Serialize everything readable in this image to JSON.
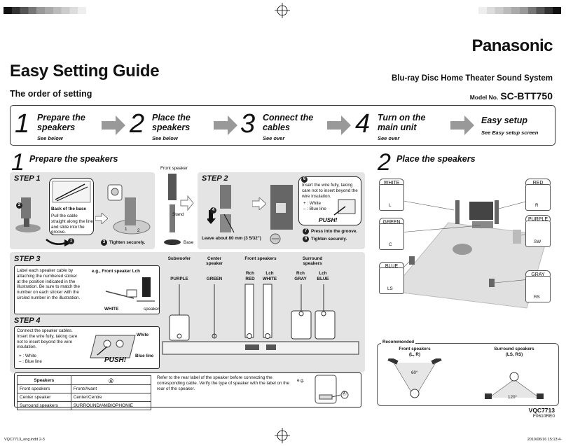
{
  "header": {
    "title": "Easy Setting Guide",
    "subtitle": "The order of setting",
    "brand": "Panasonic",
    "product": "Blu-ray Disc Home Theater Sound System",
    "model_label": "Model No.",
    "model": "SC-BTT750"
  },
  "flow": [
    {
      "num": "1",
      "title": "Prepare the speakers",
      "sub": "See below"
    },
    {
      "num": "2",
      "title": "Place the speakers",
      "sub": "See below"
    },
    {
      "num": "3",
      "title": "Connect the cables",
      "sub": "See over"
    },
    {
      "num": "4",
      "title": "Turn on the main unit",
      "sub": "See over"
    },
    {
      "num": "",
      "title": "Easy setup",
      "sub": "See Easy setup screen"
    }
  ],
  "section1": {
    "num": "1",
    "title": "Prepare the speakers",
    "step1": {
      "label": "STEP 1",
      "back_of_base": "Back of the base",
      "instr": "Pull the cable straight along the line and slide into the groove.",
      "tighten": "Tighten securely.",
      "front_speaker": "Front speaker",
      "stand": "Stand",
      "base": "Base",
      "n1": "1",
      "n2": "2",
      "n3": "3"
    },
    "step2": {
      "label": "STEP 2",
      "note": "Insert the wire fully, taking care not to insert beyond the wire insulation.",
      "white": "+ : White",
      "blue": "– : Blue line",
      "push": "PUSH!",
      "leave": "Leave about 80 mm (3 5/32\")",
      "press": "Press into the groove.",
      "tighten": "Tighten securely.",
      "n4": "4",
      "n6": "6",
      "n7": "7",
      "n8": "8"
    },
    "step3": {
      "label": "STEP 3",
      "text": "Label each speaker cable by attaching the numbered sticker at the position indicated in the illustration. Be sure to match the number on each sticker with the circled number in the illustration.",
      "example": "e.g., Front speaker Lch",
      "white": "WHITE",
      "speaker": "speaker"
    },
    "step4": {
      "label": "STEP 4",
      "text": "Connect the speaker cables. Insert the wire fully, taking care not to insert beyond the wire insulation.",
      "white": "+ : White",
      "blue": "– : Blue line",
      "white_lbl": "White",
      "blue_lbl": "Blue line",
      "push": "PUSH!"
    },
    "channels": [
      {
        "group": "Subwoofer",
        "sub": "",
        "color": "PURPLE"
      },
      {
        "group": "Center speaker",
        "sub": "",
        "color": "GREEN"
      },
      {
        "group": "Front speakers",
        "sub": "Rch",
        "color": "RED"
      },
      {
        "group": "",
        "sub": "Lch",
        "color": "WHITE"
      },
      {
        "group": "Surround speakers",
        "sub": "Rch",
        "color": "GRAY"
      },
      {
        "group": "",
        "sub": "Lch",
        "color": "BLUE"
      }
    ],
    "table": {
      "headers": [
        "Speakers",
        "Ⓐ"
      ],
      "rows": [
        [
          "Front speakers",
          "Front/Avant"
        ],
        [
          "Center speaker",
          "Center/Centre"
        ],
        [
          "Surround speakers",
          "SURROUND/AMBIOPHONIE"
        ]
      ],
      "note": "Refer to the rear label of the speaker before connecting the corresponding cable. Verify the type of speaker with the label on the rear of the speaker.",
      "eg": "e.g.",
      "a_mark": "Ⓐ"
    }
  },
  "section2": {
    "num": "2",
    "title": "Place the speakers",
    "tags": [
      {
        "color": "WHITE",
        "code": "L"
      },
      {
        "color": "GREEN",
        "code": "C"
      },
      {
        "color": "BLUE",
        "code": "LS"
      },
      {
        "color": "RED",
        "code": "R"
      },
      {
        "color": "PURPLE",
        "code": "SW"
      },
      {
        "color": "GRAY",
        "code": "RS"
      }
    ],
    "recommended": {
      "label": "Recommended",
      "front": "Front speakers",
      "front_sub": "(L, R)",
      "front_angle": "60°",
      "surround": "Surround speakers",
      "surround_sub": "(LS, RS)",
      "surround_angle": "120°"
    }
  },
  "footer": {
    "code": "VQC7713",
    "subcode": "F0610RE0",
    "file": "VQC7713_eng.indd   2-3",
    "date": "2010/06/16   15:13:4-"
  }
}
